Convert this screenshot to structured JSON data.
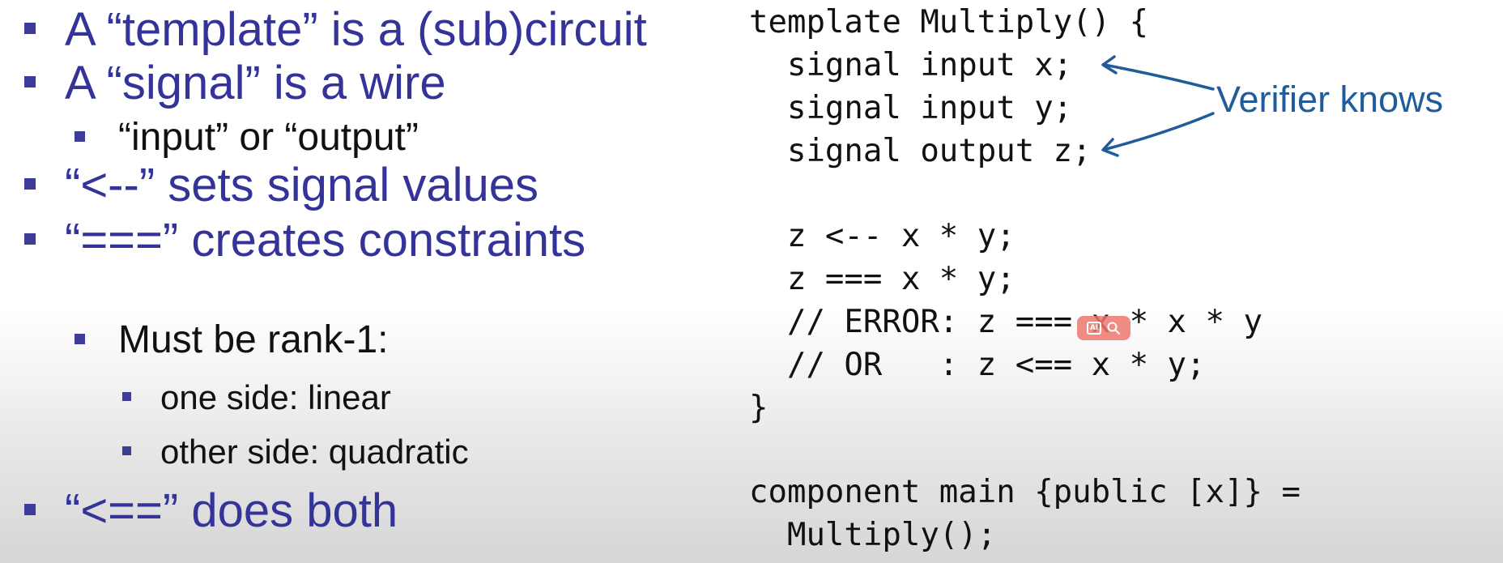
{
  "bullets": [
    {
      "text": "A “template” is a (sub)circuit"
    },
    {
      "text": "A “signal” is a wire"
    },
    {
      "text": "“input” or “output”"
    },
    {
      "text": "“<--” sets signal values"
    },
    {
      "text": "“===” creates constraints"
    },
    {
      "text": "Must be rank-1:"
    },
    {
      "text": "one side: linear"
    },
    {
      "text": "other side: quadratic"
    },
    {
      "text": "“<==” does both"
    }
  ],
  "code": [
    "template Multiply() {",
    "  signal input x;",
    "  signal input y;",
    "  signal output z;",
    "  z <-- x * y;",
    "  z === x * y;",
    "  // ERROR: z === x * x * y",
    "  // OR   : z <== x * y;",
    "}",
    "component main {public [x]} =",
    "  Multiply();"
  ],
  "annotation": {
    "text": "Verifier knows",
    "color": "#1f5c99"
  },
  "colors": {
    "bullet_text": "#333399",
    "sub_bullet_text": "#111111",
    "marker": "#3d3d99"
  },
  "overlay": {
    "icons": [
      "ai-icon",
      "search-icon"
    ],
    "ai_label": "AI"
  }
}
